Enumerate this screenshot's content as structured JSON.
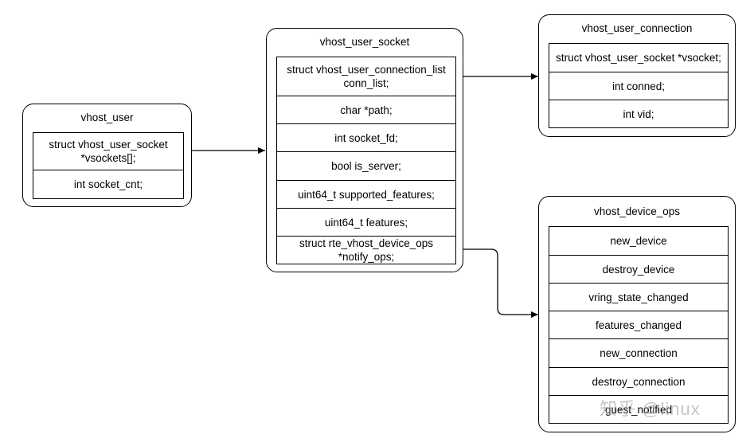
{
  "structs": {
    "vhost_user": {
      "title": "vhost_user",
      "fields": [
        "struct vhost_user_socket\n*vsockets[];",
        "int socket_cnt;"
      ]
    },
    "vhost_user_socket": {
      "title": "vhost_user_socket",
      "fields": [
        "struct vhost_user_connection_list\nconn_list;",
        "char *path;",
        "int socket_fd;",
        "bool is_server;",
        "uint64_t supported_features;",
        "uint64_t features;",
        "struct rte_vhost_device_ops\n*notify_ops;"
      ]
    },
    "vhost_user_connection": {
      "title": "vhost_user_connection",
      "fields": [
        "struct vhost_user_socket *vsocket;",
        "int conned;",
        "int vid;"
      ]
    },
    "vhost_device_ops": {
      "title": "vhost_device_ops",
      "fields": [
        "new_device",
        "destroy_device",
        "vring_state_changed",
        "features_changed",
        "new_connection",
        "destroy_connection",
        "guest_notified"
      ]
    }
  },
  "watermark": "知乎 @linux"
}
